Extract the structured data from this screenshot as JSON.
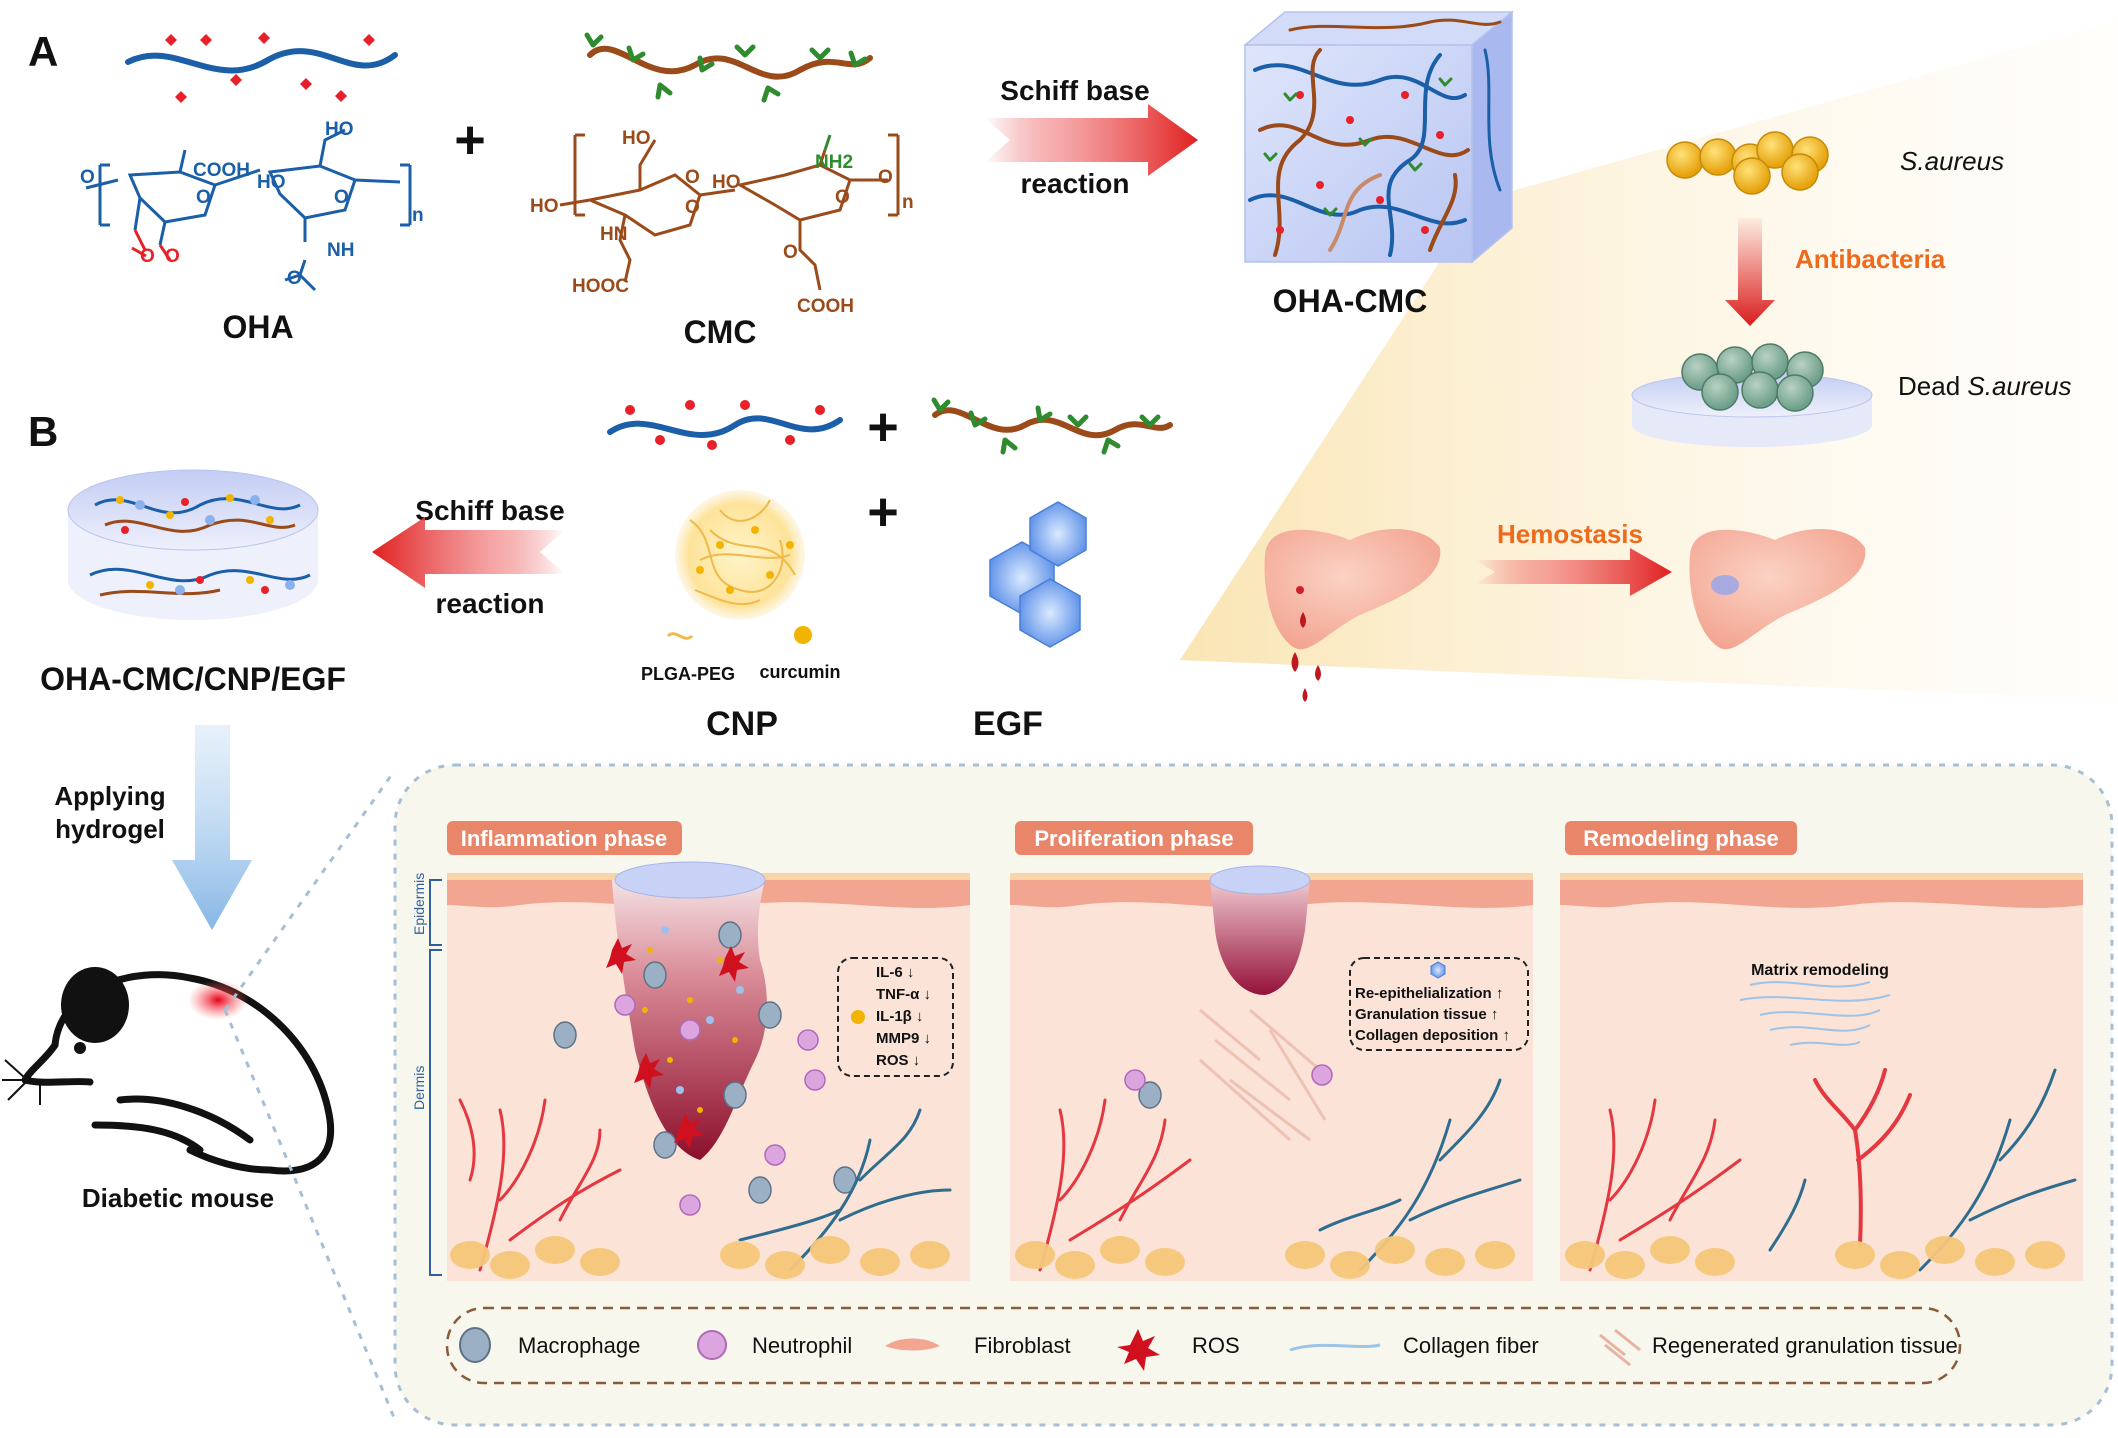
{
  "panel_a": {
    "letter": "A",
    "oha_label": "OHA",
    "cmc_label": "CMC",
    "plus": "+",
    "arrow_line1": "Schiff base",
    "arrow_line2": "reaction",
    "product_label": "OHA-CMC",
    "oha_chem": {
      "cooh": "COOH",
      "ho": "HO",
      "ho_top": "HO",
      "nh": "NH",
      "o": "O",
      "n": "n"
    },
    "cmc_chem": {
      "ho_top": "HO",
      "ho_mid": "HO",
      "ho_left": "HO",
      "nh2": "NH2",
      "hn": "HN",
      "hooc": "HOOC",
      "cooh": "COOH",
      "o": "O",
      "n": "n"
    }
  },
  "bacteria": {
    "live_label": "S.aureus",
    "action_label": "Antibacteria",
    "dead_prefix": "Dead",
    "dead_species": "S.aureus"
  },
  "hemostasis": {
    "label": "Hemostasis"
  },
  "panel_b": {
    "letter": "B",
    "plus": "+",
    "arrow_line1": "Schiff base",
    "arrow_line2": "reaction",
    "product_label": "OHA-CMC/CNP/EGF",
    "cnp_label": "CNP",
    "egf_label": "EGF",
    "plga_label": "PLGA-PEG",
    "curcumin_label": "curcumin"
  },
  "application": {
    "line1": "Applying",
    "line2": "hydrogel",
    "mouse_label": "Diabetic mouse"
  },
  "phases": [
    {
      "title": "Inflammation phase",
      "effects": [
        "IL-6 ↓",
        "TNF-α ↓",
        "IL-1β ↓",
        "MMP9 ↓",
        "ROS ↓"
      ]
    },
    {
      "title": "Proliferation phase",
      "effects": [
        "Re-epithelialization ↑",
        "Granulation tissue ↑",
        "Collagen deposition ↑"
      ]
    },
    {
      "title": "Remodeling phase",
      "note": "Matrix remodeling"
    }
  ],
  "skin_layers": {
    "epidermis": "Epidermis",
    "dermis": "Dermis"
  },
  "legend": [
    "Macrophage",
    "Neutrophil",
    "Fibroblast",
    "ROS",
    "Collagen fiber",
    "Regenerated granulation tissue"
  ],
  "colors": {
    "oha_chain": "#1a5fa8",
    "aldehyde_red": "#e8202a",
    "cmc_chain": "#9b4a1a",
    "amine_green": "#2e8b2e",
    "arrow_red": "#e01f1f",
    "phase_title_bg": "#e9866a",
    "orange_text": "#ee6a1c",
    "tissue_bg": "#fbe3d8",
    "epidermis": "#f2a590",
    "wound_dark": "#9b1431",
    "vessel_red": "#e4373f",
    "vessel_blue": "#2f6c8e",
    "fat": "#f5c77a",
    "panel_bg": "#f7f7ed"
  }
}
